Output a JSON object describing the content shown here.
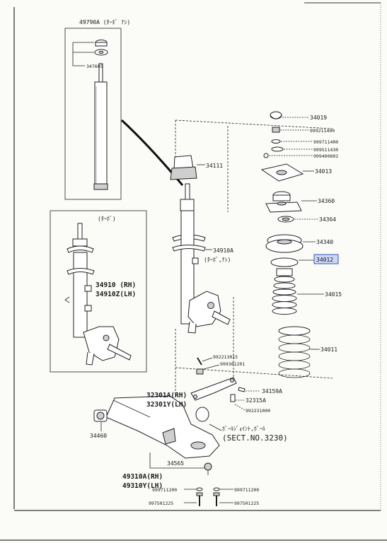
{
  "labels": {
    "top_assembly": "49790A (ﾀｰﾎﾞ ﾅｼ)",
    "p_347605": "347605",
    "inset_note": "(ﾀｰﾎﾞ)",
    "p_34910_rh": "34910 (RH)",
    "p_34910z_lh": "34910Z(LH)",
    "p_34111": "34111",
    "p_34910a": "34910A",
    "p_34910a_note": "(ﾀｰﾎﾞ,ﾅｼ)",
    "p_34019": "34019",
    "p_999211400": "999211400",
    "p_999711400": "999711400",
    "p_999511430": "999511430",
    "p_999400802": "999400802",
    "p_34013": "34013",
    "p_34360": "34360",
    "p_34364": "34364",
    "p_34340": "34340",
    "p_34012": "34012",
    "p_34015": "34015",
    "p_34011": "34011",
    "p_992213015": "992213015",
    "p_999301201": "999301201",
    "p_32301a_rh": "32301A(RH)",
    "p_32301y_lh": "32301Y(LH)",
    "p_34159a": "34159A",
    "p_32315a": "32315A",
    "p_992231000": "992231000",
    "ball_joint_note": "ﾎﾞｰﾙｼﾞｮｲﾝﾄ,ﾎﾞｰﾙ",
    "sect_note": "(SECT.NO.3230)",
    "p_34460": "34460",
    "p_34565": "34565",
    "p_49310a_rh": "49310A(RH)",
    "p_49310y_lh": "49310Y(LH)",
    "p_999711200_l": "999711200",
    "p_999711200_r": "999711200",
    "p_997501225_l": "997501225",
    "p_997501225_r": "997501225"
  },
  "colors": {
    "highlight_fill": "#c9d6f5",
    "highlight_stroke": "#3b57b8",
    "ink": "#1a1a1a"
  }
}
